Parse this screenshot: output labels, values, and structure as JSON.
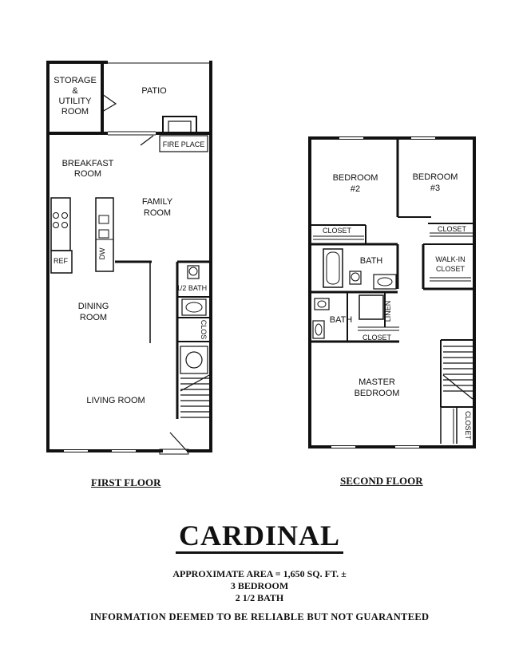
{
  "first_floor": {
    "title": "FIRST FLOOR",
    "rooms": {
      "storage_line1": "STORAGE",
      "storage_line2": "&",
      "storage_line3": "UTILITY",
      "storage_line4": "ROOM",
      "patio": "PATIO",
      "fireplace": "FIRE PLACE",
      "breakfast_line1": "BREAKFAST",
      "breakfast_line2": "ROOM",
      "family_line1": "FAMILY",
      "family_line2": "ROOM",
      "ref": "REF",
      "dw": "DW",
      "half_bath": "1/2 BATH",
      "clos": "CLOS",
      "dining_line1": "DINING",
      "dining_line2": "ROOM",
      "living": "LIVING ROOM"
    }
  },
  "second_floor": {
    "title": "SECOND FLOOR",
    "rooms": {
      "bedroom2_line1": "BEDROOM",
      "bedroom2_line2": "#2",
      "bedroom3_line1": "BEDROOM",
      "bedroom3_line2": "#3",
      "closet_left": "CLOSET",
      "closet_right": "CLOSET",
      "bath_upper": "BATH",
      "walkin_line1": "WALK-IN",
      "walkin_line2": "CLOSET",
      "linen": "LINEN",
      "bath_lower": "BATH",
      "closet_mid": "CLOSET",
      "master_line1": "MASTER",
      "master_line2": "BEDROOM",
      "closet_vertical": "CLOSET"
    }
  },
  "plan_name": "CARDINAL",
  "details": {
    "area": "APPROXIMATE AREA = 1,650 SQ. FT. ±",
    "bedrooms": "3 BEDROOM",
    "baths": "2 1/2 BATH"
  },
  "disclaimer": "INFORMATION DEEMED TO BE RELIABLE BUT NOT GUARANTEED"
}
